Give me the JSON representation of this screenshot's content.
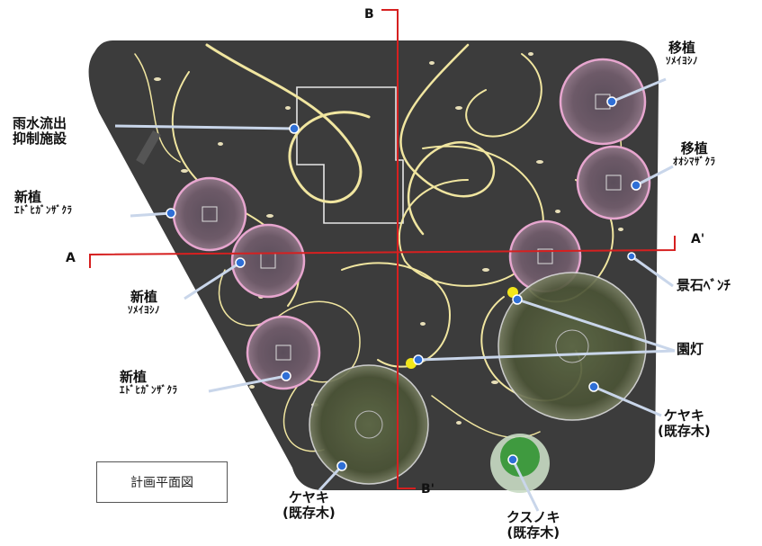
{
  "labels": {
    "rain_facility": [
      "雨水流出",
      "抑制施設"
    ],
    "trans_somei": [
      "移植",
      "ｿﾒｲﾖｼﾉ"
    ],
    "trans_oshima": [
      "移植",
      "ｵｵｼﾏｻﾞｸﾗ"
    ],
    "new_edohigan_top": [
      "新植",
      "ｴﾄﾞﾋｶﾞﾝｻﾞｸﾗ"
    ],
    "new_somei": [
      "新植",
      "ｿﾒｲﾖｼﾉ"
    ],
    "new_edohigan_bottom": [
      "新植",
      "ｴﾄﾞﾋｶﾞﾝｻﾞｸﾗ"
    ],
    "keiseki_bench": "景石ﾍﾞﾝﾁ",
    "lamp": "園灯",
    "keyaki_right": [
      "ケヤキ",
      "(既存木)"
    ],
    "keyaki_bottom": [
      "ケヤキ",
      "(既存木)"
    ],
    "kusunoki": [
      "クスノキ",
      "(既存木)"
    ]
  },
  "sections": {
    "a": "A",
    "a_prime": "A'",
    "b": "B",
    "b_prime": "B'"
  },
  "caption": "計画平面図",
  "colors": {
    "plaza": "#3c3c3c",
    "path_line": "#f1e6a0",
    "section_line": "#d62020",
    "leader": "#c9d6ea",
    "marker": "#2f6fd6",
    "sakura_ring": "#e7a6cf",
    "lamp": "#f2e61a",
    "kusunoki": "#3f9a3f"
  }
}
